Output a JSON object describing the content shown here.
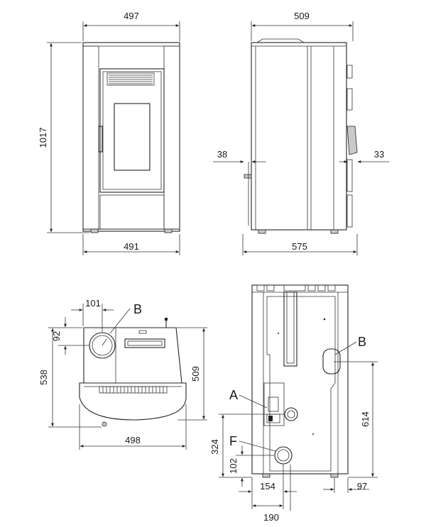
{
  "front_view": {
    "width_top": "497",
    "width_bottom": "491",
    "height": "1017"
  },
  "side_view": {
    "depth_top": "509",
    "depth_bottom": "575",
    "handle_offset": "38",
    "rear_offset": "33"
  },
  "top_view": {
    "label_b": "B",
    "b_offset_x": "101",
    "b_offset_y": "92",
    "depth_total": "538",
    "depth_body": "509",
    "width": "498"
  },
  "rear_view": {
    "label_a": "A",
    "label_b": "B",
    "label_f": "F",
    "b_height": "614",
    "a_height": "324",
    "f_height": "102",
    "f_offset_x": "154",
    "f_offset_x2": "190",
    "foot_offset": "97"
  }
}
